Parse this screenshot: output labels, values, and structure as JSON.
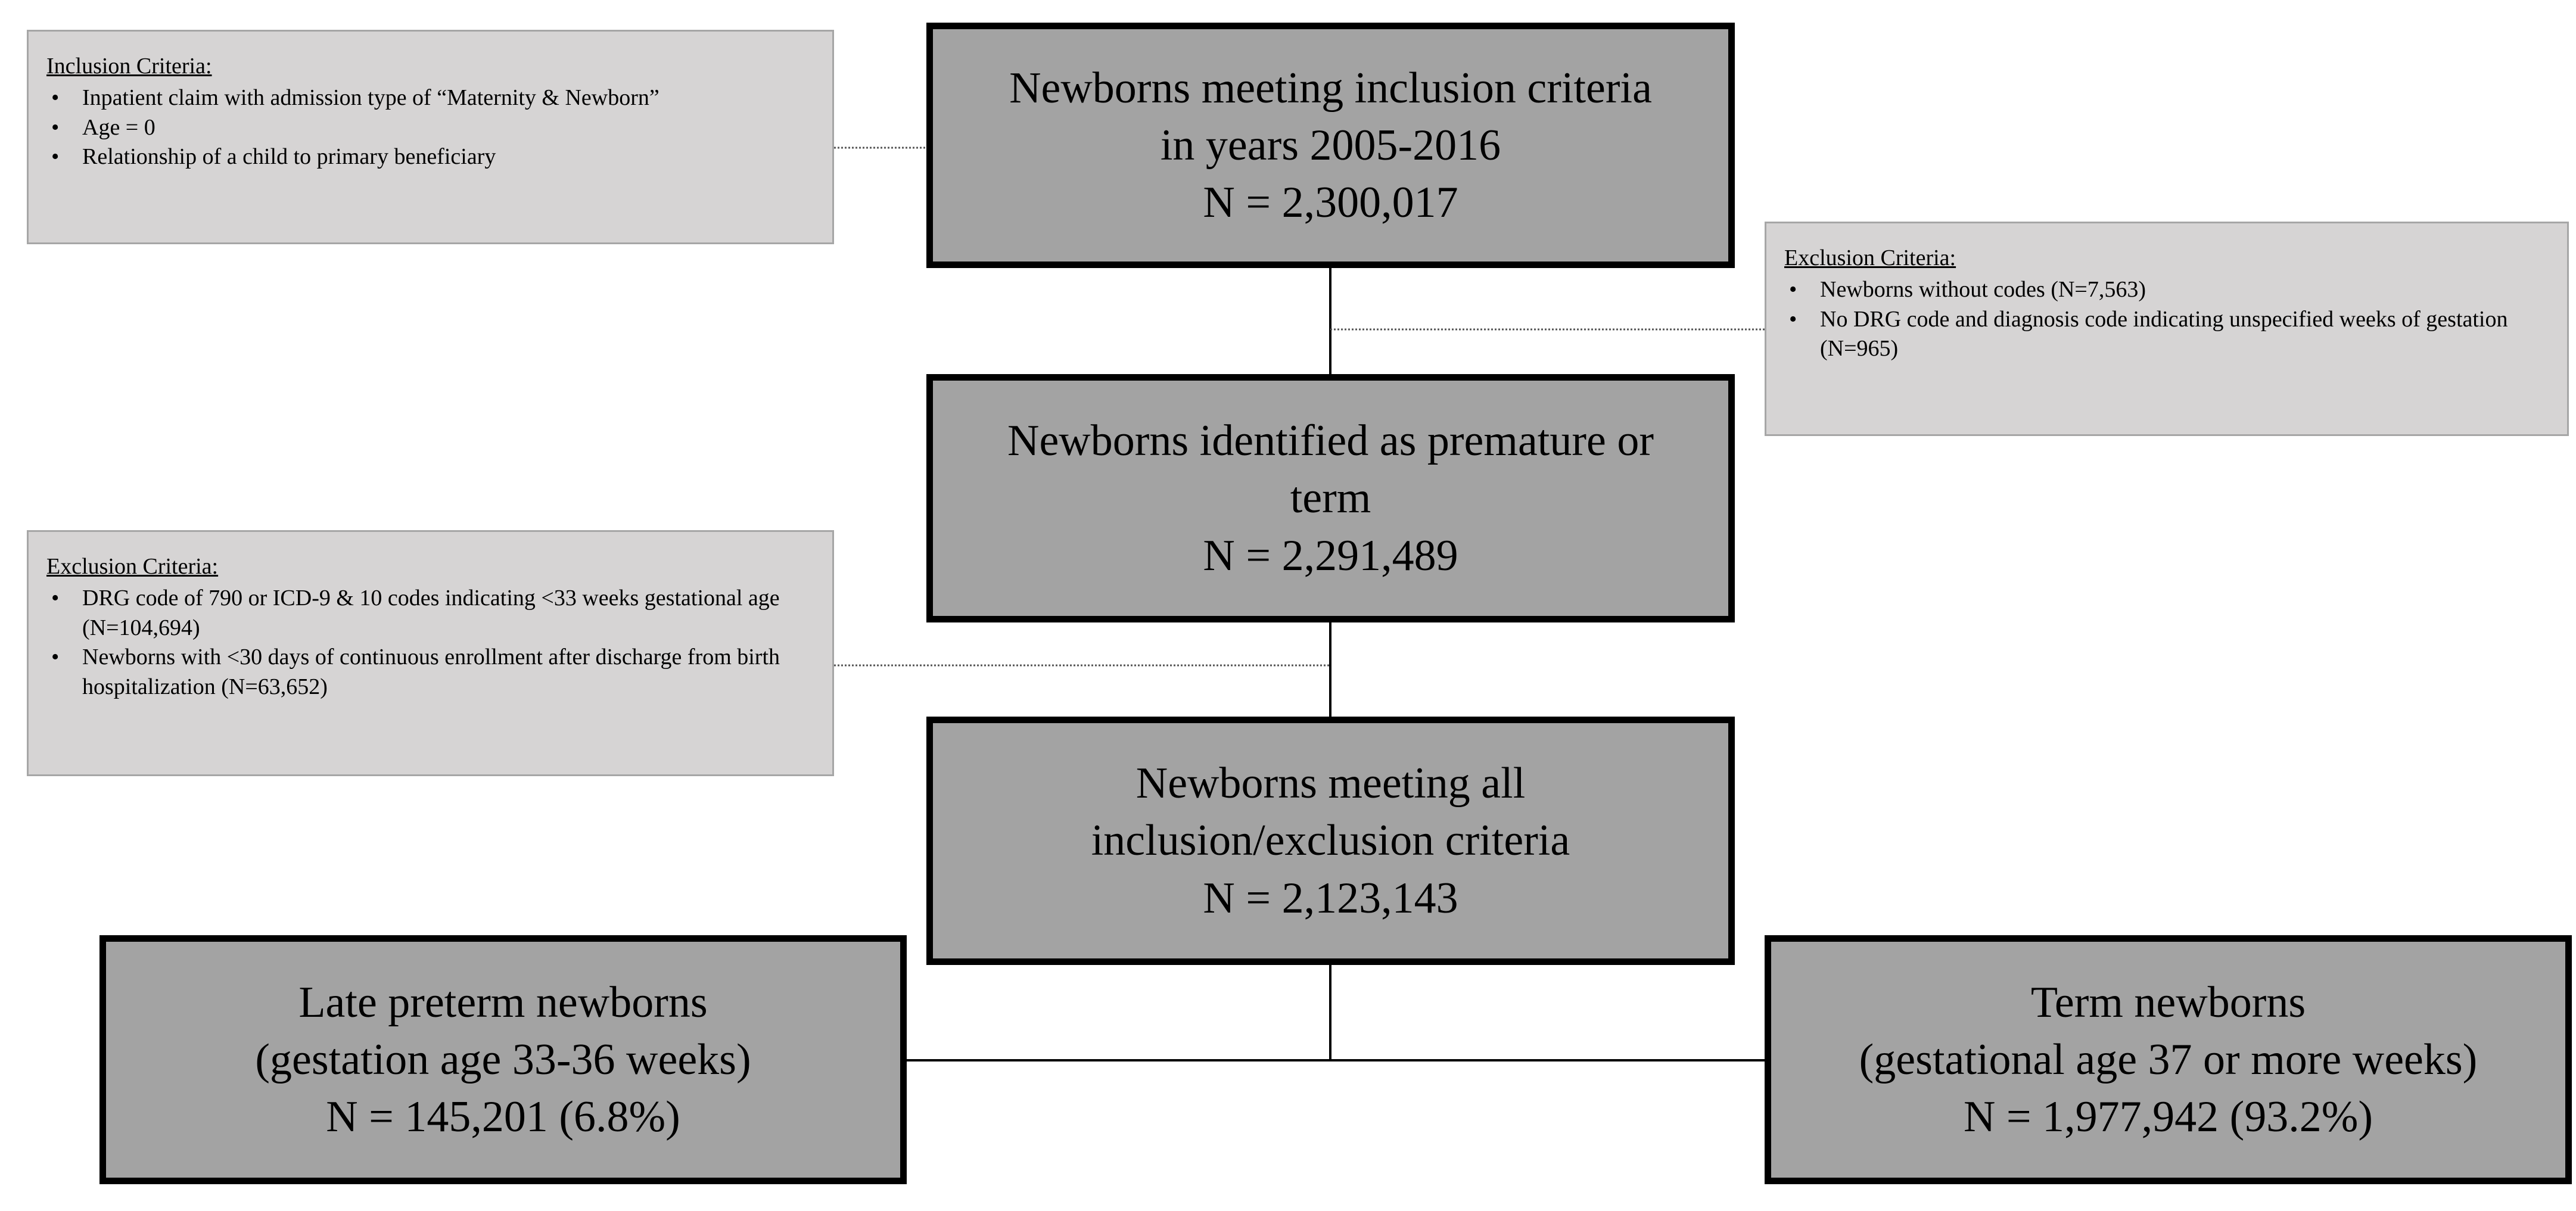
{
  "boxes": {
    "initial": {
      "lines": [
        "Newborns meeting inclusion criteria",
        "in years 2005-2016",
        "N = 2,300,017"
      ]
    },
    "identified": {
      "lines": [
        "Newborns identified as premature or",
        "term",
        "N = 2,291,489"
      ]
    },
    "final": {
      "lines": [
        "Newborns meeting all",
        "inclusion/exclusion criteria",
        "N = 2,123,143"
      ]
    },
    "late_preterm": {
      "lines": [
        "Late preterm newborns",
        "(gestation age 33-36 weeks)",
        "N = 145,201 (6.8%)"
      ]
    },
    "term": {
      "lines": [
        "Term newborns",
        "(gestational age 37 or more weeks)",
        "N = 1,977,942 (93.2%)"
      ]
    }
  },
  "notes": {
    "inclusion": {
      "heading": "Inclusion Criteria:",
      "bullet": "•",
      "items": [
        "Inpatient claim  with admission type of “Maternity & Newborn”",
        "Age = 0",
        "Relationship of a child to primary  beneficiary"
      ]
    },
    "exclusion_1": {
      "heading": "Exclusion  Criteria:",
      "bullet": "•",
      "items": [
        "Newborns without codes (N=7,563)",
        "No DRG  code and diagnosis code indicating unspecified weeks of gestation (N=965)"
      ]
    },
    "exclusion_2": {
      "heading": "Exclusion  Criteria:",
      "bullet": "•",
      "items": [
        "DRG  code of 790  or ICD-9  & 10 codes indicating <33  weeks gestational age (N=104,694)",
        "Newborns with <30 days of continuous enrollment after discharge from  birth hospitalization (N=63,652)"
      ]
    }
  },
  "colors": {
    "main_box_fill": "#a3a3a3",
    "main_box_border": "#000000",
    "note_fill": "#d6d4d4",
    "note_border": "#a6a6a6",
    "connector": "#000000",
    "dotted_connector": "#555555"
  }
}
